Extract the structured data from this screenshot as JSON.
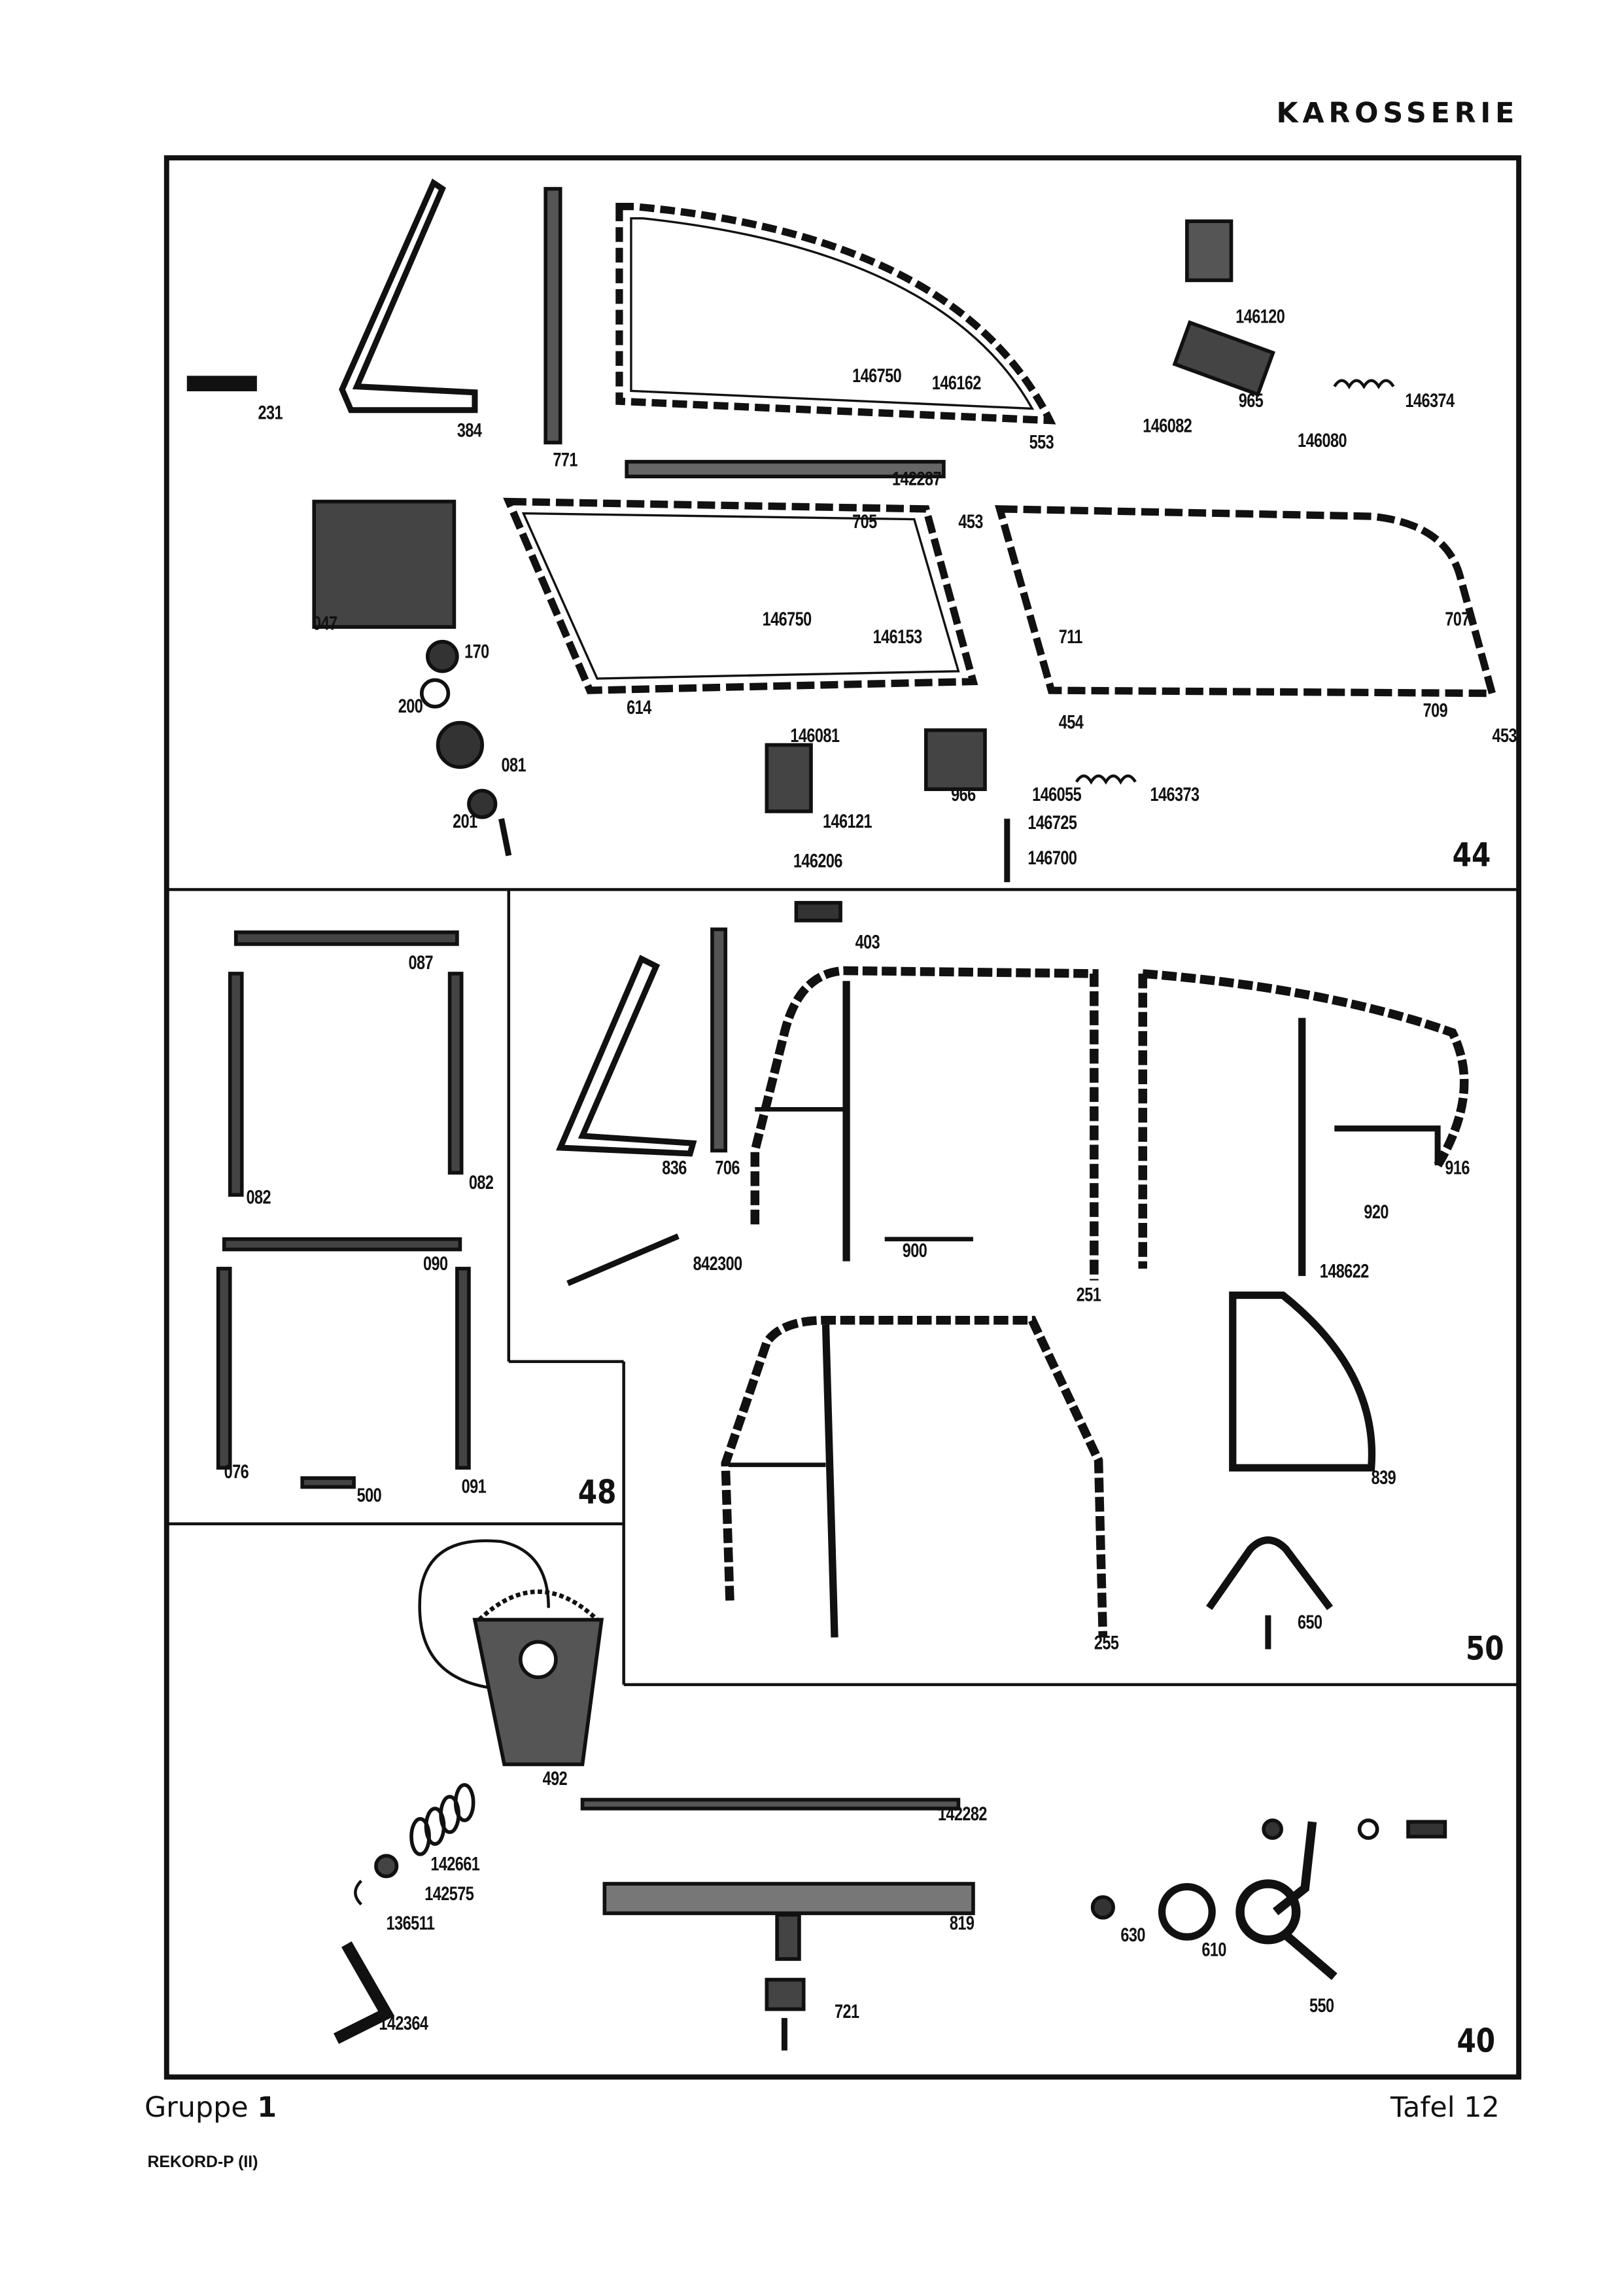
{
  "header": {
    "title": "KAROSSERIE"
  },
  "footer": {
    "group_label": "Gruppe",
    "group_number": "1",
    "plate_label": "Tafel",
    "plate_number": "12",
    "model": "REKORD-P (II)"
  },
  "sections": [
    {
      "number": "44",
      "labels": [
        "231",
        "384",
        "771",
        "553",
        "146750",
        "146162",
        "146120",
        "965",
        "146374",
        "146082",
        "146080",
        "142287",
        "705",
        "453",
        "146750",
        "146153",
        "711",
        "707",
        "047",
        "170",
        "200",
        "614",
        "454",
        "709",
        "453",
        "146081",
        "081",
        "966",
        "146055",
        "146373",
        "146121",
        "201",
        "146725",
        "146206",
        "146700"
      ]
    },
    {
      "number": "48",
      "labels": [
        "087",
        "082",
        "082",
        "090",
        "076",
        "500",
        "091"
      ]
    },
    {
      "number": "50",
      "labels": [
        "403",
        "836",
        "706",
        "842300",
        "900",
        "251",
        "916",
        "920",
        "148622",
        "839",
        "255",
        "650"
      ]
    },
    {
      "number": "40",
      "labels": [
        "492",
        "142282",
        "142661",
        "142575",
        "136511",
        "819",
        "630",
        "610",
        "550",
        "721",
        "142364"
      ]
    }
  ]
}
